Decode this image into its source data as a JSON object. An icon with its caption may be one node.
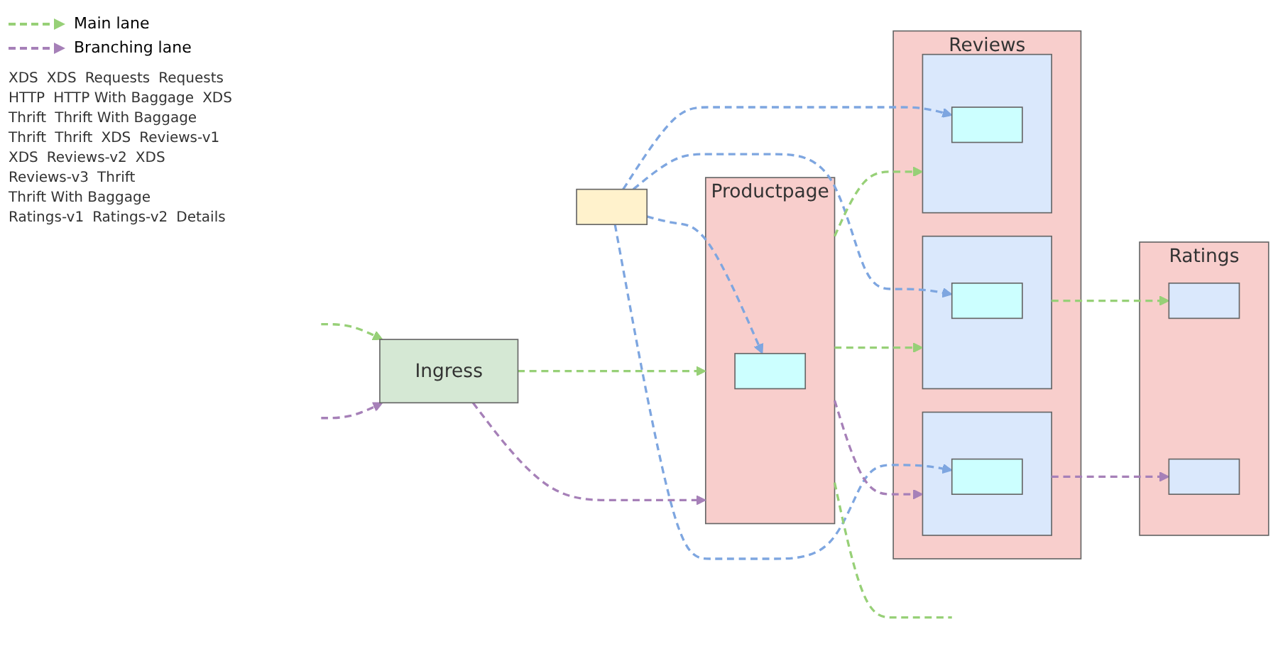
{
  "diagram": {
    "nodes": [
      {
        "text": [],
        "shape": "box"
      },
      {
        "text": [
          "Ingress"
        ]
      },
      {
        "text": [
          "Productpage"
        ]
      },
      {
        "text": [],
        "shape": "box",
        "in": 2
      },
      {
        "text": [
          "Reviews"
        ]
      },
      {
        "text": [],
        "shape": "box",
        "in": 4
      },
      {
        "text": [],
        "shape": "box",
        "in": 5
      },
      {
        "text": [],
        "shape": "box",
        "in": 4
      },
      {
        "text": [],
        "shape": "box",
        "in": 7
      },
      {
        "text": [],
        "shape": "box",
        "in": 4
      },
      {
        "text": [],
        "shape": "box",
        "in": 9
      },
      {
        "text": [
          "Ratings"
        ]
      },
      {
        "text": [],
        "shape": "box",
        "in": 11
      },
      {
        "text": [],
        "shape": "box",
        "in": 11
      }
    ],
    "edges": [
      {
        "from": null,
        "to": 1,
        "arrow": "to",
        "style": "dashed",
        "color": "#97d077"
      },
      {
        "from": null,
        "to": 1,
        "arrow": "to",
        "style": "dashed",
        "color": "#a680b8"
      },
      {
        "from": 1,
        "to": 2,
        "arrow": "to",
        "style": "dashed",
        "color": "#97d077"
      },
      {
        "from": 1,
        "to": 2,
        "arrow": "to",
        "style": "dashed",
        "color": "#a680b8"
      },
      {
        "from": 2,
        "to": 5,
        "arrow": "to",
        "style": "dashed",
        "color": "#97d077"
      },
      {
        "from": 2,
        "to": 7,
        "arrow": "to",
        "style": "dashed",
        "color": "#a680b8"
      },
      {
        "from": 2,
        "to": 9,
        "arrow": "to",
        "style": "dashed",
        "color": "#97d077"
      },
      {
        "from": 2,
        "to": null,
        "arrow": "none",
        "style": "dashed",
        "color": "#97d077"
      },
      {
        "from": 5,
        "to": 12,
        "arrow": "to",
        "style": "dashed",
        "color": "#97d077"
      },
      {
        "from": 7,
        "to": 13,
        "arrow": "to",
        "style": "dashed",
        "color": "#a680b8"
      },
      {
        "from": 0,
        "to": 3,
        "arrow": "to",
        "style": "dashed",
        "color": "#7ea6e0"
      },
      {
        "from": 0,
        "to": 6,
        "arrow": "to",
        "style": "dashed",
        "color": "#7ea6e0"
      },
      {
        "from": 0,
        "to": 8,
        "arrow": "to",
        "style": "dashed",
        "color": "#7ea6e0"
      },
      {
        "from": 0,
        "to": 10,
        "arrow": "to",
        "style": "dashed",
        "color": "#7ea6e0"
      }
    ],
    "labels": [
      "XDS",
      "XDS",
      "Requests",
      "Requests",
      "HTTP",
      "HTTP With Baggage",
      "XDS",
      "Thrift",
      "Thrift With Baggage",
      "Thrift",
      "Thrift",
      "XDS",
      "Reviews-v1",
      "XDS",
      "Reviews-v2",
      "XDS",
      "Reviews-v3",
      "Thrift",
      "Thrift With Baggage",
      "Ratings-v1",
      "Ratings-v2",
      "Details"
    ],
    "legend": [
      {
        "text": "Main lane"
      },
      {
        "text": "Branching lane"
      }
    ]
  }
}
